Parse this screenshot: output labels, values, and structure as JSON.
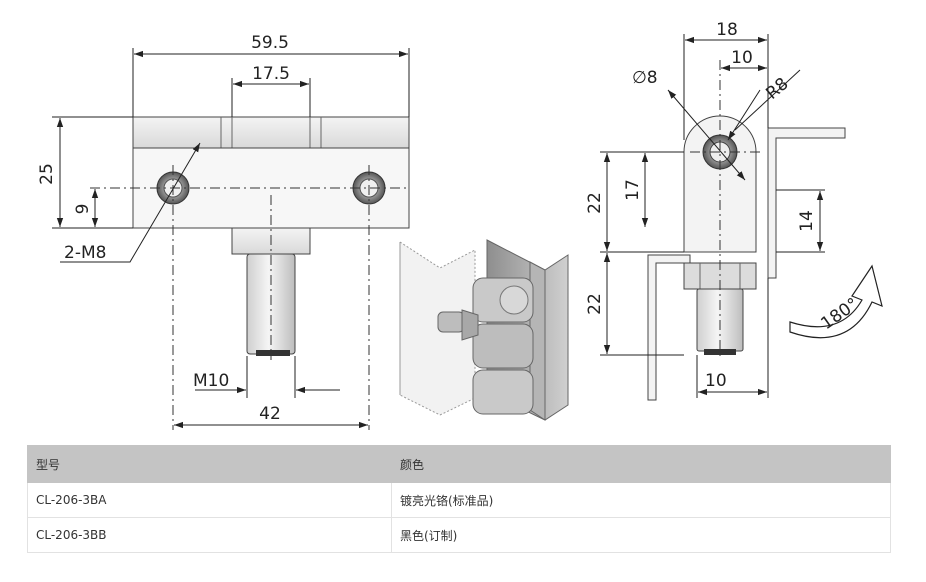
{
  "drawing": {
    "front_view": {
      "overall_width": "59.5",
      "knuckle_width": "17.5",
      "height": "25",
      "hole_offset": "9",
      "holes": "2-M8",
      "thread": "M10",
      "hole_spacing": "42"
    },
    "side_view": {
      "width": "18",
      "half_width": "10",
      "pin_diameter": "∅8",
      "radius": "R8",
      "dim_17": "17",
      "dim_22_upper": "22",
      "dim_22_lower": "22",
      "dim_14": "14",
      "dim_10_bottom": "10",
      "rotation": "180°"
    }
  },
  "table": {
    "headers": [
      "型号",
      "颜色"
    ],
    "rows": [
      [
        "CL-206-3BA",
        "镀亮光铬(标准品)"
      ],
      [
        "CL-206-3BB",
        "黑色(订制)"
      ]
    ]
  }
}
